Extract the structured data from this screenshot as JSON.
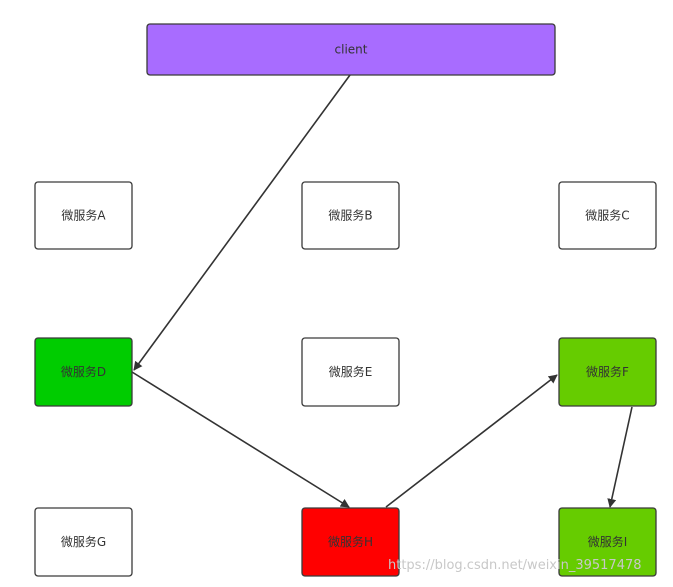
{
  "diagram": {
    "nodes": [
      {
        "id": "client",
        "label": "client",
        "fill": "#a86cff"
      },
      {
        "id": "A",
        "label": "微服务A",
        "fill": "#ffffff"
      },
      {
        "id": "B",
        "label": "微服务B",
        "fill": "#ffffff"
      },
      {
        "id": "C",
        "label": "微服务C",
        "fill": "#ffffff"
      },
      {
        "id": "D",
        "label": "微服务D",
        "fill": "#00cc00"
      },
      {
        "id": "E",
        "label": "微服务E",
        "fill": "#ffffff"
      },
      {
        "id": "F",
        "label": "微服务F",
        "fill": "#66cc00"
      },
      {
        "id": "G",
        "label": "微服务G",
        "fill": "#ffffff"
      },
      {
        "id": "H",
        "label": "微服务H",
        "fill": "#ff0000"
      },
      {
        "id": "I",
        "label": "微服务I",
        "fill": "#66cc00"
      }
    ],
    "edges": [
      {
        "from": "client",
        "to": "D"
      },
      {
        "from": "D",
        "to": "H"
      },
      {
        "from": "H",
        "to": "F"
      },
      {
        "from": "F",
        "to": "I"
      }
    ]
  },
  "watermark": "https://blog.csdn.net/weixin_39517478"
}
